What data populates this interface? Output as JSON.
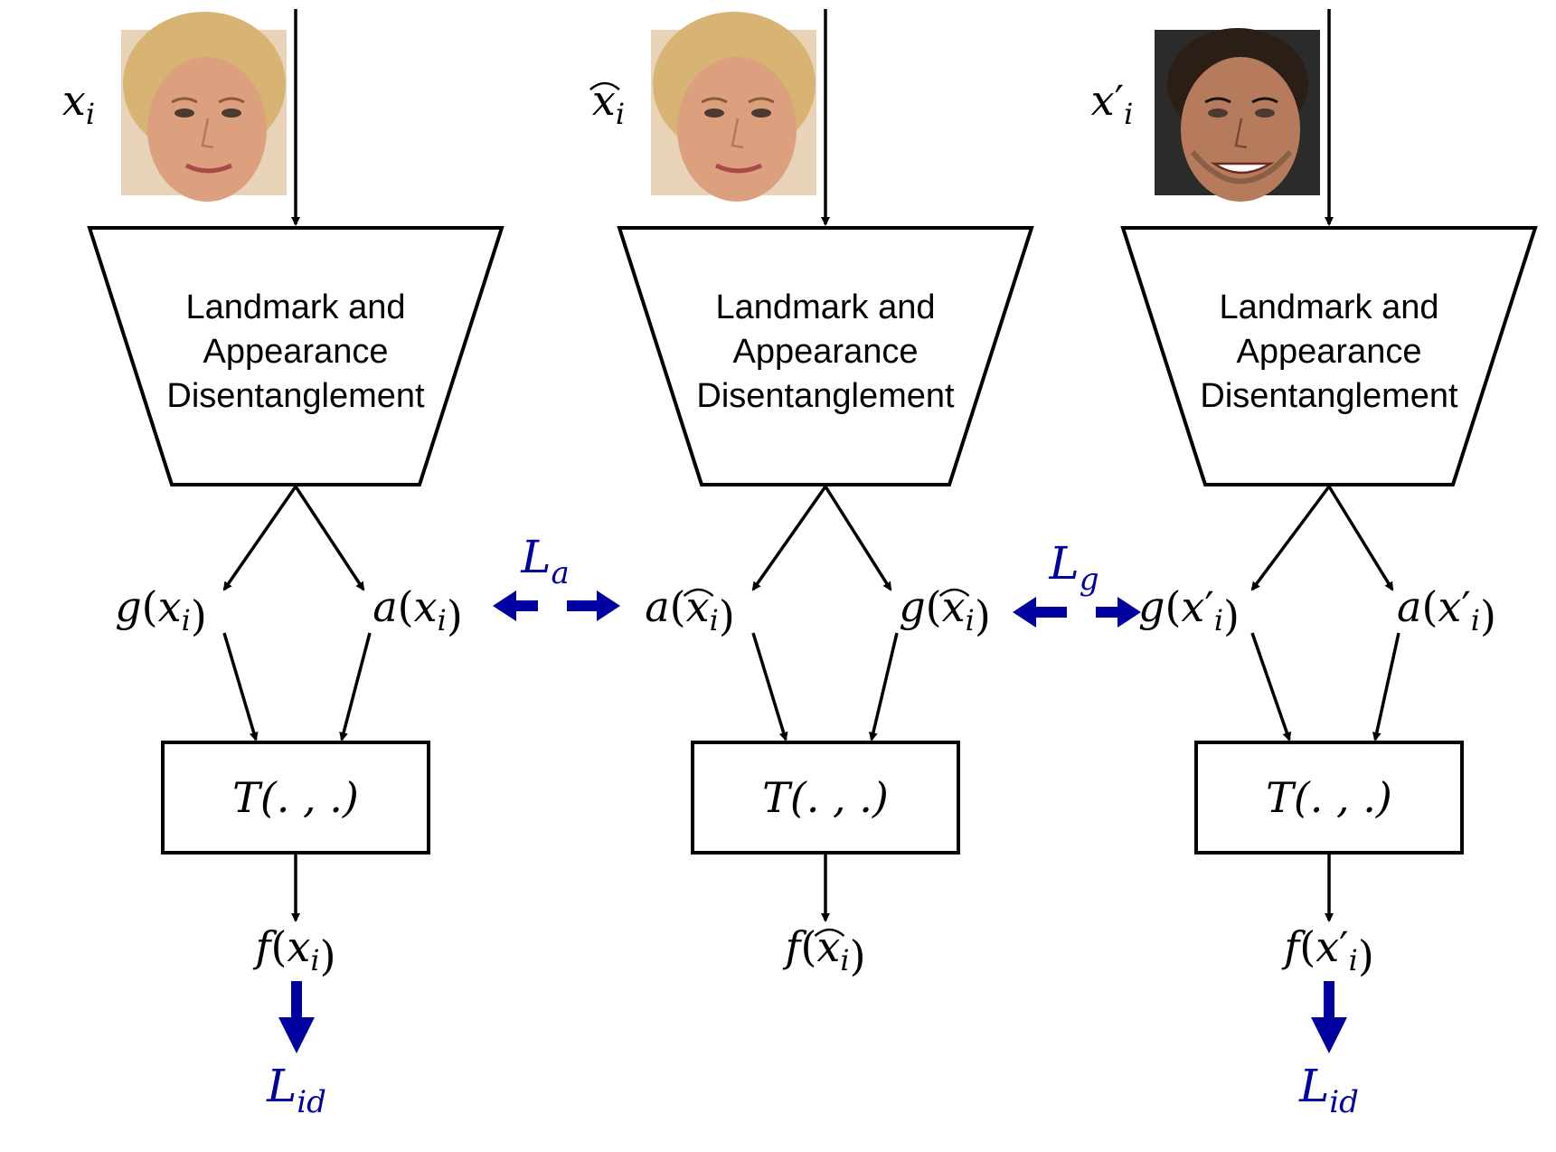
{
  "columns": [
    {
      "id": "anchor",
      "input_label": "x",
      "input_sub": "i",
      "input_hat": false,
      "input_prime": false,
      "face_icon": "blonde-woman-face",
      "block": [
        "Landmark and",
        "Appearance",
        "Disentanglement"
      ],
      "left_output": {
        "fn": "g",
        "arg": "x",
        "sub": "i",
        "hat": false,
        "prime": false
      },
      "right_output": {
        "fn": "a",
        "arg": "x",
        "sub": "i",
        "hat": false,
        "prime": false
      },
      "transform": "T(. , .)",
      "feature": {
        "fn": "f",
        "arg": "x",
        "sub": "i",
        "hat": false,
        "prime": false
      },
      "loss": {
        "main": "L",
        "sub": "id"
      }
    },
    {
      "id": "reconstructed",
      "input_label": "x",
      "input_sub": "i",
      "input_hat": true,
      "input_prime": false,
      "face_icon": "blonde-woman-face",
      "block": [
        "Landmark and",
        "Appearance",
        "Disentanglement"
      ],
      "left_output": {
        "fn": "a",
        "arg": "x",
        "sub": "i",
        "hat": true,
        "prime": false
      },
      "right_output": {
        "fn": "g",
        "arg": "x",
        "sub": "i",
        "hat": true,
        "prime": false
      },
      "transform": "T(. , .)",
      "feature": {
        "fn": "f",
        "arg": "x",
        "sub": "i",
        "hat": true,
        "prime": false
      },
      "loss": null
    },
    {
      "id": "other",
      "input_label": "x",
      "input_sub": "i",
      "input_hat": false,
      "input_prime": true,
      "face_icon": "dark-haired-man-face",
      "block": [
        "Landmark and",
        "Appearance",
        "Disentanglement"
      ],
      "left_output": {
        "fn": "g",
        "arg": "x",
        "sub": "i",
        "hat": false,
        "prime": true
      },
      "right_output": {
        "fn": "a",
        "arg": "x",
        "sub": "i",
        "hat": false,
        "prime": true
      },
      "transform": "T(. , .)",
      "feature": {
        "fn": "f",
        "arg": "x",
        "sub": "i",
        "hat": false,
        "prime": true
      },
      "loss": {
        "main": "L",
        "sub": "id"
      }
    }
  ],
  "cross_losses": [
    {
      "id": "appearance-loss",
      "main": "L",
      "sub": "a"
    },
    {
      "id": "geometry-loss",
      "main": "L",
      "sub": "g"
    }
  ],
  "colors": {
    "loss": "#0000a0",
    "line": "#000000"
  }
}
